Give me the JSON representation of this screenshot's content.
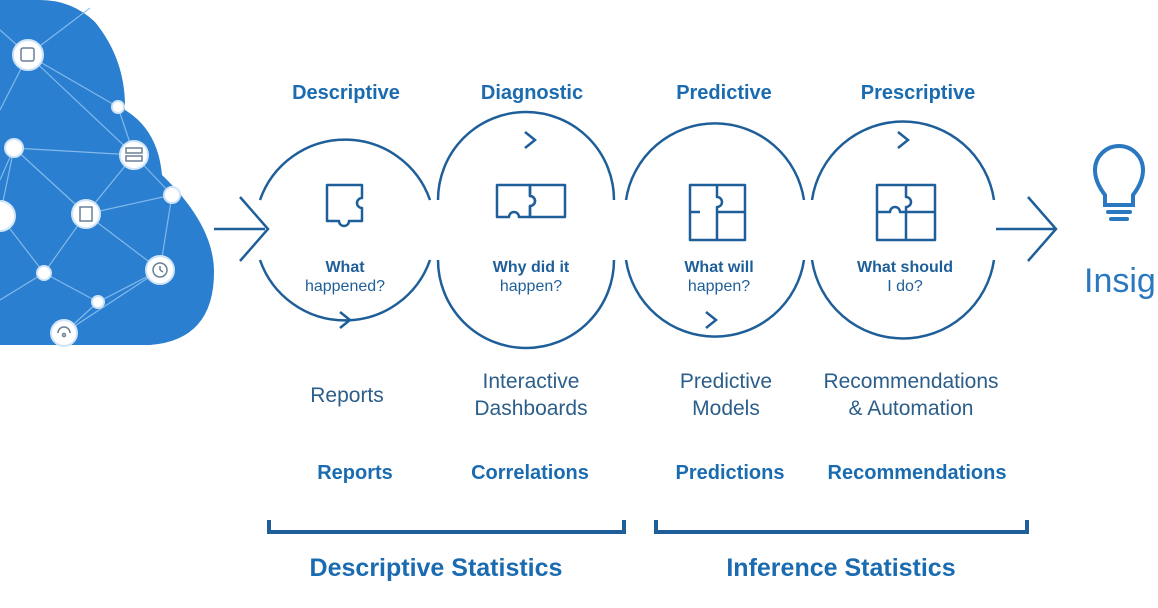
{
  "stages": [
    {
      "id": "descriptive",
      "heading": "Descriptive",
      "question_bold": "What",
      "question_rest": "happened?",
      "tool": [
        "Reports"
      ],
      "output": "Reports"
    },
    {
      "id": "diagnostic",
      "heading": "Diagnostic",
      "question_bold": "Why did it",
      "question_rest": "happen?",
      "tool": [
        "Interactive",
        "Dashboards"
      ],
      "output": "Correlations"
    },
    {
      "id": "predictive",
      "heading": "Predictive",
      "question_bold": "What will",
      "question_rest": "happen?",
      "tool": [
        "Predictive",
        "Models"
      ],
      "output": "Predictions"
    },
    {
      "id": "prescriptive",
      "heading": "Prescriptive",
      "question_bold": "What should",
      "question_rest": "I do?",
      "tool": [
        "Recommendations",
        "& Automation"
      ],
      "output": "Recommendations"
    }
  ],
  "groups": [
    {
      "label": "Descriptive Statistics"
    },
    {
      "label": "Inference Statistics"
    }
  ],
  "endpoint": {
    "label": "Insigh",
    "icon": "lightbulb-icon"
  },
  "source": {
    "icon": "data-cloud-icon"
  },
  "colors": {
    "primary": "#1a6bb0",
    "cloud": "#2a7fd0",
    "line": "#1f5f99"
  }
}
